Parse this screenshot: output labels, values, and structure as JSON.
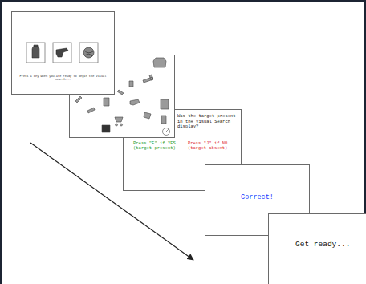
{
  "diagram": {
    "nodes": [
      {
        "text": [
          "Press a key when you are ready to begin the Visual Search..."
        ]
      },
      {
        "text": [
          "Was the target present in the Visual Search display?",
          "Press \"F\" if YES (target present)",
          "Press \"J\" if NO (target absent)"
        ]
      },
      {
        "text": [
          "Correct!"
        ]
      },
      {
        "text": [
          "Get ready..."
        ]
      }
    ]
  }
}
